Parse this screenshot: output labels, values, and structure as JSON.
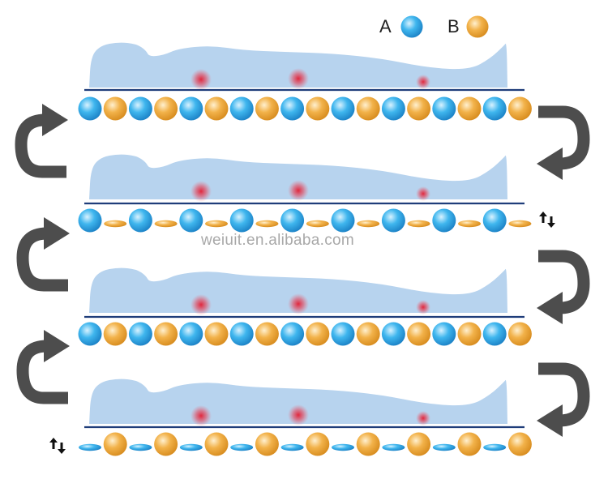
{
  "legend": {
    "a_label": "A",
    "b_label": "B",
    "a_color": "#2aa6e6",
    "b_color": "#f0a53a"
  },
  "colors": {
    "body": "#b7d3ee",
    "bed_line": "#1f3d7a",
    "pressure_point": "#e0273d",
    "arrow": "#4d4d4d"
  },
  "watermark": "weiuit.en.alibaba.com",
  "panels": [
    {
      "state": "both-inflated",
      "up_down_icon": false
    },
    {
      "state": "a-inflated-b-deflated",
      "up_down_icon": true
    },
    {
      "state": "both-inflated",
      "up_down_icon": false
    },
    {
      "state": "b-inflated-a-deflated",
      "up_down_icon": true
    }
  ],
  "icons": [
    "rotate-arrow-icon",
    "up-down-arrows-icon",
    "ball-a-icon",
    "ball-b-icon"
  ]
}
